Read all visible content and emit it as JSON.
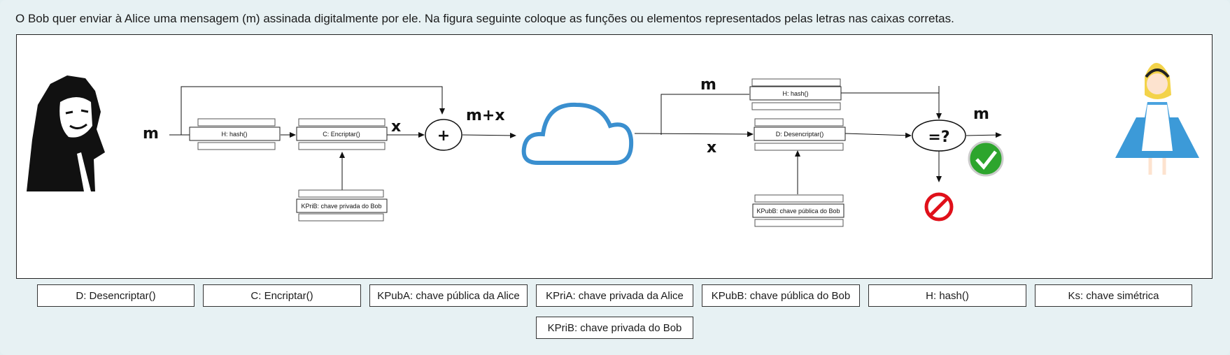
{
  "question": {
    "text": "O Bob quer enviar à Alice uma mensagem (m) assinada digitalmente por ele. Na figura seguinte coloque as funções ou elementos representados pelas letras nas caixas corretas."
  },
  "diagram": {
    "sender": {
      "message_label": "m",
      "hash_box": "H: hash()",
      "encrypt_box": "C: Encriptar()",
      "x_label": "x",
      "concat_symbol": "+",
      "output_label": "m+x",
      "key_box": "KPriB: chave privada do Bob"
    },
    "receiver": {
      "m_label": "m",
      "x_label": "x",
      "hash_box": "H: hash()",
      "decrypt_box": "D: Desencriptar()",
      "key_box": "KPubB: chave pública do Bob",
      "compare_symbol": "=?",
      "result_label": "m"
    },
    "colors": {
      "cloud": "#3a8fcf",
      "check": "#2da52d",
      "forbidden": "#e0101a"
    }
  },
  "options": [
    {
      "label": "D: Desencriptar()"
    },
    {
      "label": "C: Encriptar()"
    },
    {
      "label": "KPubA: chave pública da Alice"
    },
    {
      "label": "KPriA: chave privada da Alice"
    },
    {
      "label": "KPubB: chave pública do Bob"
    },
    {
      "label": "H: hash()"
    },
    {
      "label": "Ks: chave simétrica"
    },
    {
      "label": "KPriB: chave privada do Bob"
    }
  ]
}
